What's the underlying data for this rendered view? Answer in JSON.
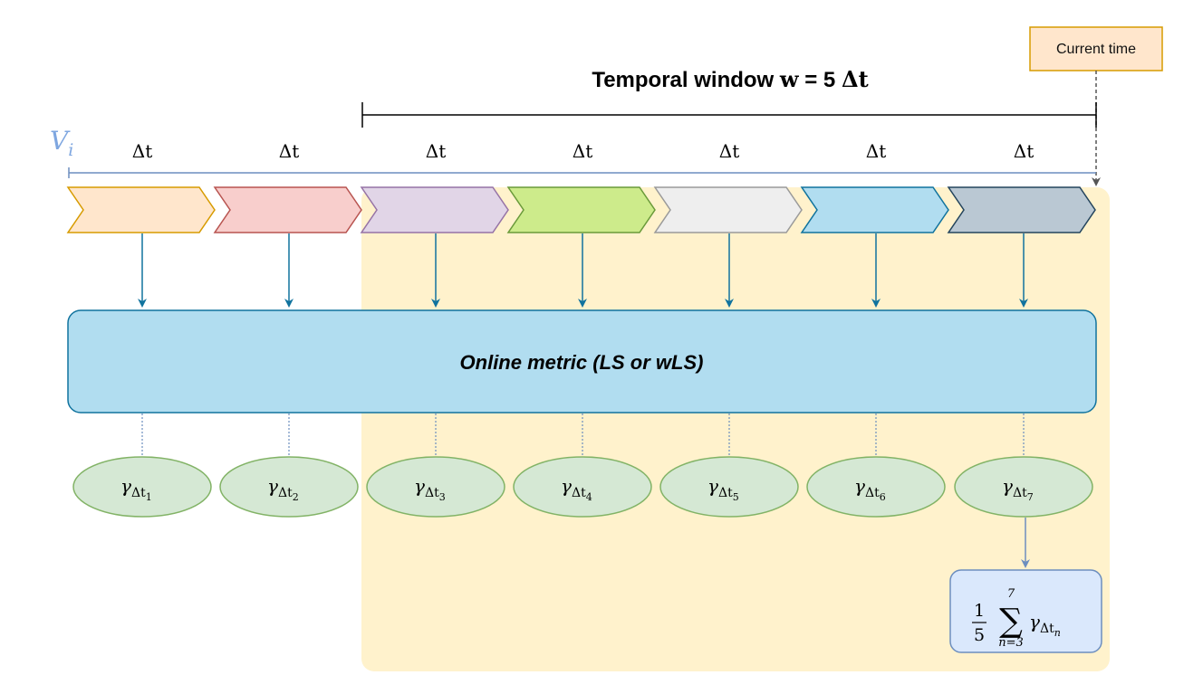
{
  "current_time_label": "Current time",
  "window_title": {
    "prefix": "Temporal window ",
    "w": "w",
    "equals": " = 5 ",
    "delta": "Δ",
    "t": "t"
  },
  "timeline_label": {
    "letter": "V",
    "sub": "i"
  },
  "step_labels": [
    "Δt",
    "Δt",
    "Δt",
    "Δt",
    "Δt",
    "Δt",
    "Δt"
  ],
  "metric_label": "Online metric (LS or wLS)",
  "segments": [
    {
      "fill": "#ffe6cc",
      "stroke": "#d79b00"
    },
    {
      "fill": "#f8cecc",
      "stroke": "#b85450"
    },
    {
      "fill": "#e1d5e7",
      "stroke": "#9673a6"
    },
    {
      "fill": "#cdeb8b",
      "stroke": "#6a9a3a"
    },
    {
      "fill": "#eeeeee",
      "stroke": "#9a9a9a"
    },
    {
      "fill": "#b1ddf0",
      "stroke": "#10739e"
    },
    {
      "fill": "#bac8d3",
      "stroke": "#23445d"
    }
  ],
  "gammas": [
    {
      "symbol": "γ",
      "sub": "Δt",
      "index": "1"
    },
    {
      "symbol": "γ",
      "sub": "Δt",
      "index": "2"
    },
    {
      "symbol": "γ",
      "sub": "Δt",
      "index": "3"
    },
    {
      "symbol": "γ",
      "sub": "Δt",
      "index": "4"
    },
    {
      "symbol": "γ",
      "sub": "Δt",
      "index": "5"
    },
    {
      "symbol": "γ",
      "sub": "Δt",
      "index": "6"
    },
    {
      "symbol": "γ",
      "sub": "Δt",
      "index": "7"
    }
  ],
  "formula": {
    "numerator": "1",
    "denominator": "5",
    "sigma": "∑",
    "upper": "7",
    "lower": "n=3",
    "term_symbol": "γ",
    "term_sub": "Δt",
    "term_index": "n"
  },
  "colors": {
    "window_background": "#fff2cc",
    "metric_fill": "#b1ddf0",
    "metric_stroke": "#10739e",
    "gamma_fill": "#d5e8d4",
    "gamma_stroke": "#82b366",
    "arrow": "#10739e",
    "timeline": "#6c8ebf",
    "current_time_fill": "#ffe6cc",
    "current_time_stroke": "#d79b00",
    "formula_fill": "#dae8fc",
    "formula_stroke": "#6c8ebf"
  }
}
